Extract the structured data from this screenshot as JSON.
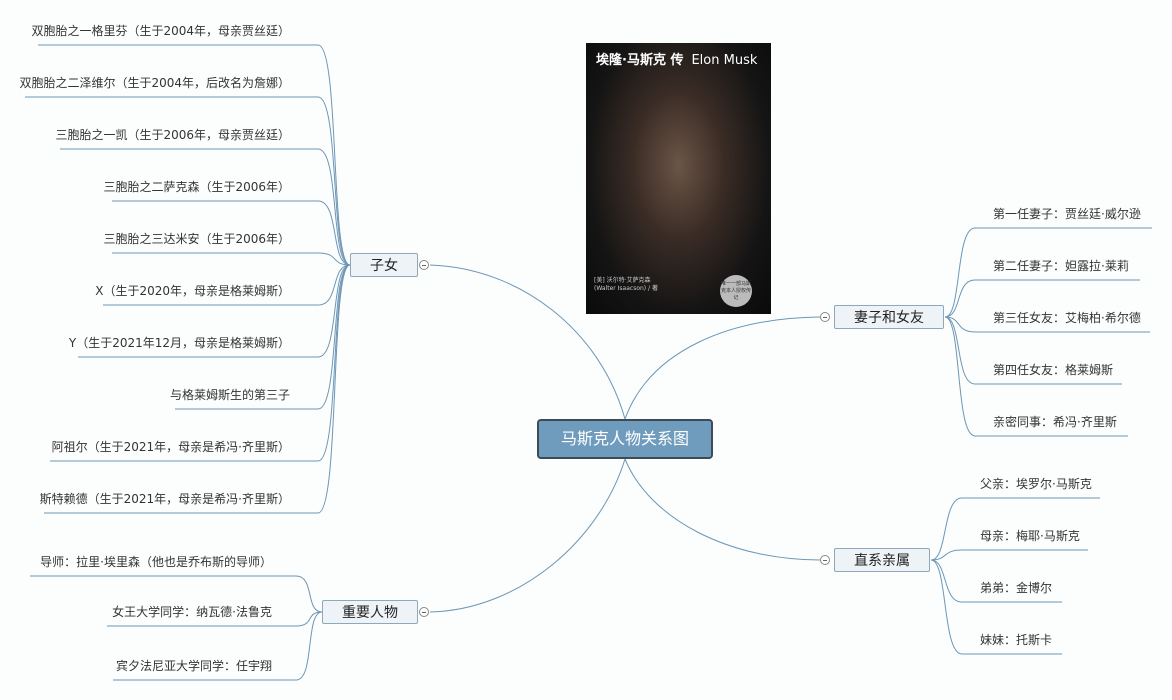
{
  "root": {
    "label": "马斯克人物关系图"
  },
  "book": {
    "title_cn": "埃隆·马斯克 传",
    "title_en": "Elon Musk",
    "author_line": "[美] 沃尔特·艾萨克森 (Walter Isaacson) / 著",
    "seal_text": "唯一一部马斯克本人授权传记"
  },
  "branches": {
    "children": {
      "label": "子女",
      "items": [
        "双胞胎之一格里芬（生于2004年，母亲贾丝廷）",
        "双胞胎之二泽维尔（生于2004年，后改名为詹娜）",
        "三胞胎之一凯（生于2006年，母亲贾丝廷）",
        "三胞胎之二萨克森（生于2006年）",
        "三胞胎之三达米安（生于2006年）",
        "X（生于2020年，母亲是格莱姆斯）",
        "Y（生于2021年12月，母亲是格莱姆斯）",
        "与格莱姆斯生的第三子",
        "阿祖尔（生于2021年，母亲是希冯·齐里斯）",
        "斯特赖德（生于2021年，母亲是希冯·齐里斯）"
      ]
    },
    "important": {
      "label": "重要人物",
      "items": [
        "导师：拉里·埃里森（他也是乔布斯的导师）",
        "女王大学同学：纳瓦德·法鲁克",
        "宾夕法尼亚大学同学：任宇翔"
      ]
    },
    "spouses": {
      "label": "妻子和女友",
      "items": [
        "第一任妻子：贾丝廷·威尔逊",
        "第二任妻子：妲露拉·莱莉",
        "第三任女友：艾梅柏·希尔德",
        "第四任女友：格莱姆斯",
        "亲密同事：希冯·齐里斯"
      ]
    },
    "relatives": {
      "label": "直系亲属",
      "items": [
        "父亲：埃罗尔·马斯克",
        "母亲：梅耶·马斯克",
        "弟弟：金博尔",
        "妹妹：托斯卡"
      ]
    }
  }
}
